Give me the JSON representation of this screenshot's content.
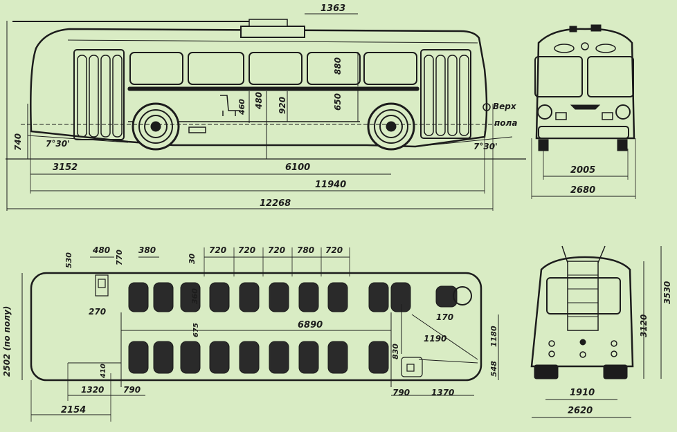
{
  "labels": {
    "top_pantograph": "1363",
    "height_880": "880",
    "height_650": "650",
    "height_460": "460",
    "height_480": "480",
    "height_920": "920",
    "floor_top_1": "Верх",
    "floor_top_2": "пола",
    "height_740": "740",
    "angle_front": "7°30'",
    "angle_rear": "7°30'",
    "front_overhang": "3152",
    "wheelbase": "6100",
    "body_length": "11940",
    "total_length": "12268",
    "front_track": "2005",
    "front_width": "2680",
    "plan_530": "530",
    "plan_480": "480",
    "plan_770": "770",
    "plan_380": "380",
    "plan_30": "30",
    "pitch_1": "720",
    "pitch_2": "720",
    "pitch_3": "720",
    "pitch_4": "780",
    "pitch_5": "720",
    "plan_360": "360",
    "plan_270": "270",
    "plan_675": "675",
    "aisle_length": "6890",
    "plan_170": "170",
    "plan_1190": "1190",
    "plan_1180": "1180",
    "plan_830": "830",
    "plan_548": "548",
    "plan_410": "410",
    "plan_1320": "1320",
    "plan_790_left": "790",
    "plan_790_right": "790",
    "plan_1370": "1370",
    "plan_2154": "2154",
    "inner_width": "2502 (по полу)",
    "rear_track": "1910",
    "rear_width": "2620",
    "height_3120": "3120",
    "height_3530": "3530"
  }
}
